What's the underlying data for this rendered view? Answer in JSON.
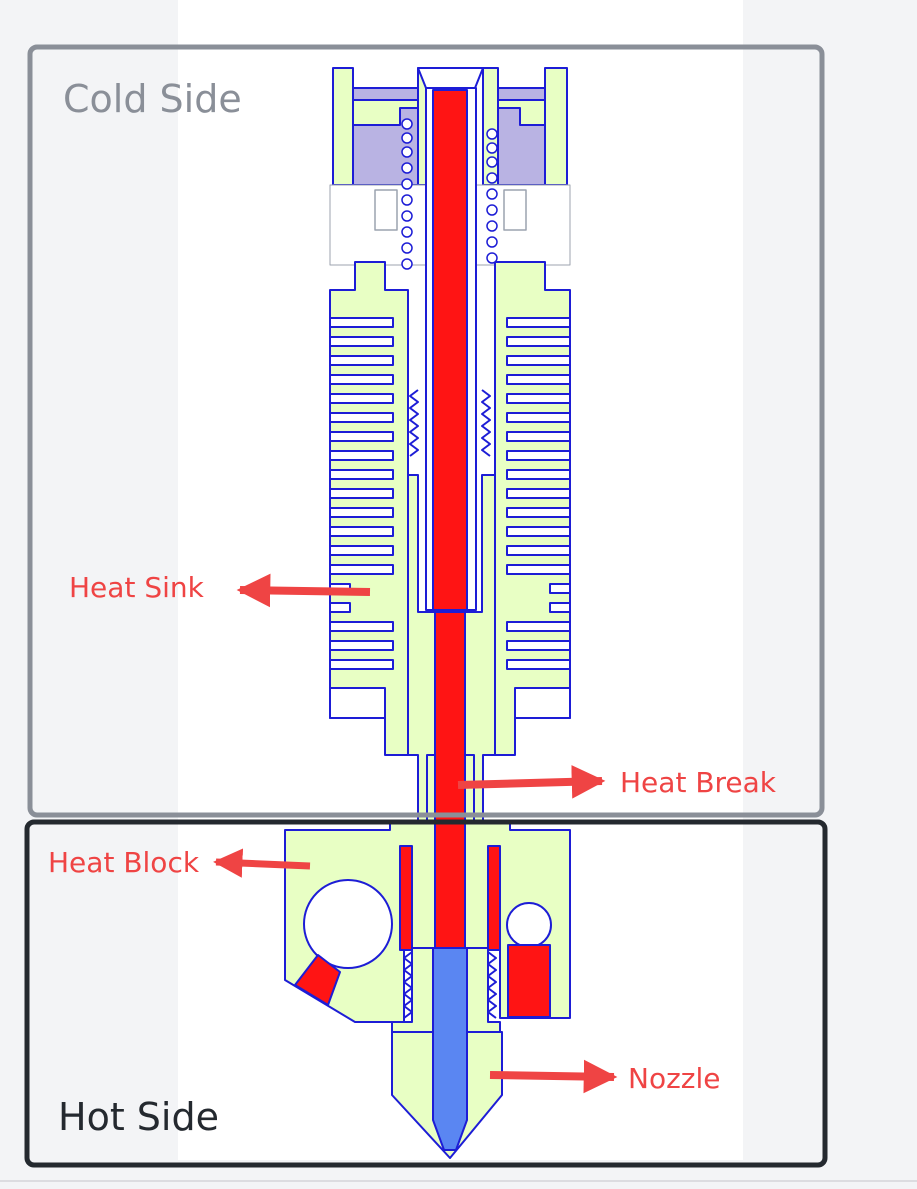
{
  "figure": {
    "regions": {
      "cold": "Cold Side",
      "hot": "Hot Side"
    },
    "callouts": {
      "heat_sink": "Heat Sink",
      "heat_break": "Heat Break",
      "heat_block": "Heat Block",
      "nozzle": "Nozzle"
    }
  },
  "colors": {
    "page_background": "#f3f4f6",
    "image_background": "#ffffff",
    "part_fill": "#e8ffc4",
    "part_outline": "#1d1dd6",
    "filament_path": "#ff1414",
    "nozzle_bore": "#5a86f2",
    "carrier": "#b9b3e3",
    "callout": "#ef4444",
    "cold_frame": "#8a8f98",
    "cold_label": "#8a8f98",
    "hot_frame": "#24292f",
    "hot_label": "#24292f"
  }
}
